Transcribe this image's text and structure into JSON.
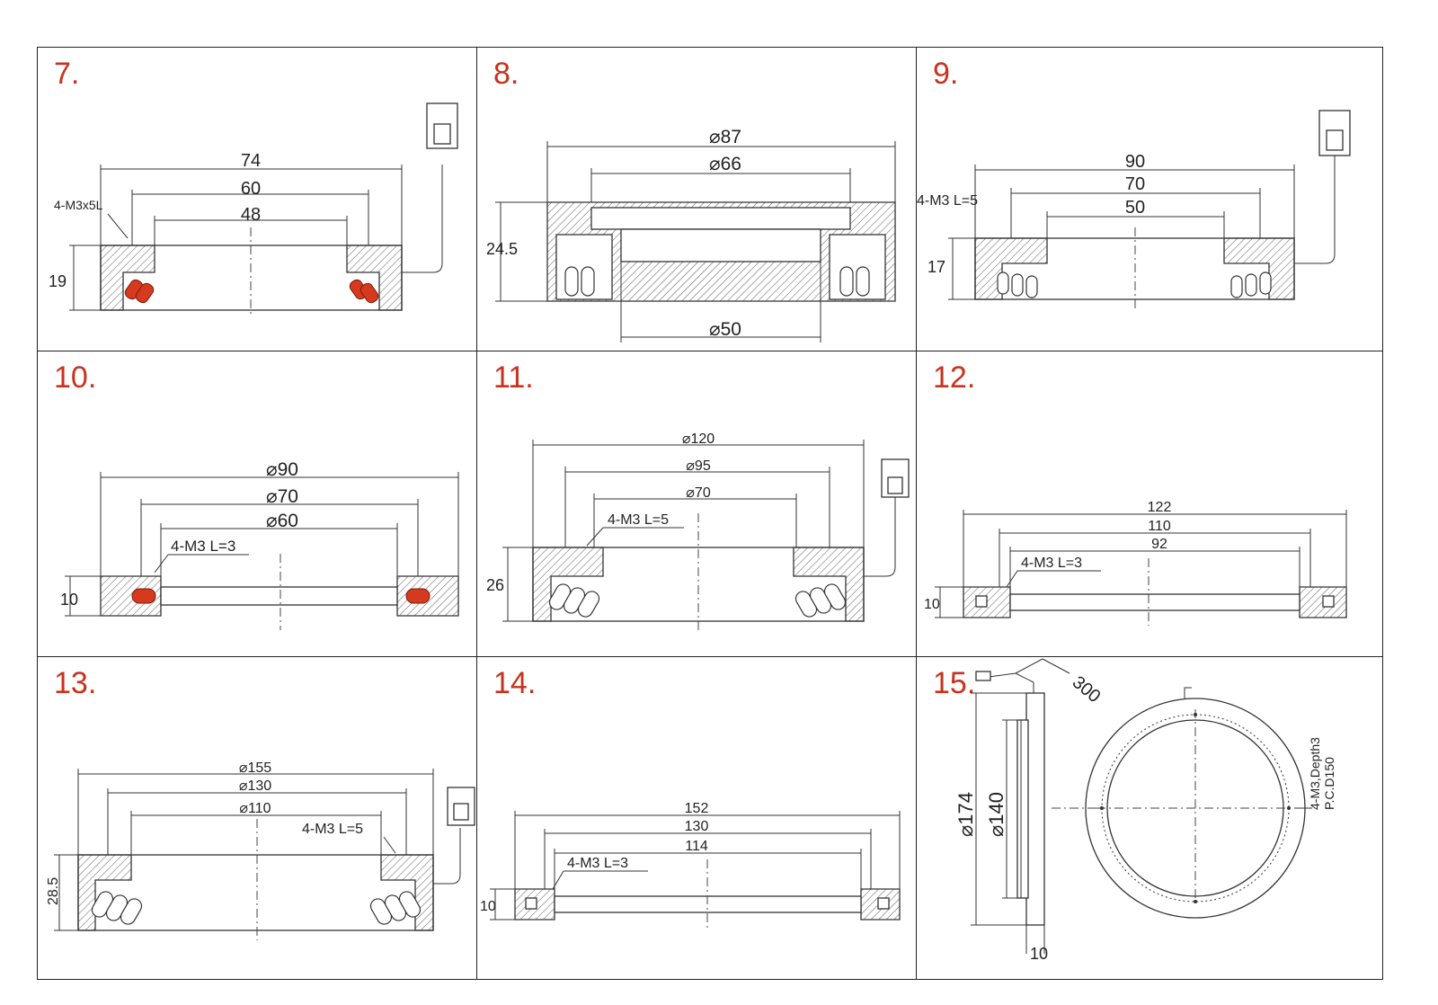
{
  "panels": [
    {
      "number": "7.",
      "dims": [
        "74",
        "60",
        "48",
        "19"
      ],
      "note": "4-M3x5L"
    },
    {
      "number": "8.",
      "dims": [
        "⌀87",
        "⌀66",
        "24.5",
        "⌀50"
      ],
      "note": ""
    },
    {
      "number": "9.",
      "dims": [
        "90",
        "70",
        "50",
        "17"
      ],
      "note": "4-M3 L=5"
    },
    {
      "number": "10.",
      "dims": [
        "⌀90",
        "⌀70",
        "⌀60",
        "10"
      ],
      "note": "4-M3  L=3"
    },
    {
      "number": "11.",
      "dims": [
        "⌀120",
        "⌀95",
        "⌀70",
        "26"
      ],
      "note": "4-M3  L=5"
    },
    {
      "number": "12.",
      "dims": [
        "122",
        "110",
        "92",
        "10"
      ],
      "note": "4-M3  L=3"
    },
    {
      "number": "13.",
      "dims": [
        "⌀155",
        "⌀130",
        "⌀110",
        "28.5"
      ],
      "note": "4-M3  L=5"
    },
    {
      "number": "14.",
      "dims": [
        "152",
        "130",
        "114",
        "10"
      ],
      "note": "4-M3  L=3"
    },
    {
      "number": "15.",
      "dims": [
        "300",
        "⌀174",
        "⌀140",
        "10"
      ],
      "note": "4-M3,Depth3",
      "note2": "P.C.D150"
    }
  ],
  "colors": {
    "accent_number": "#c8321e",
    "led": "#d63a1e",
    "line": "#333333"
  }
}
